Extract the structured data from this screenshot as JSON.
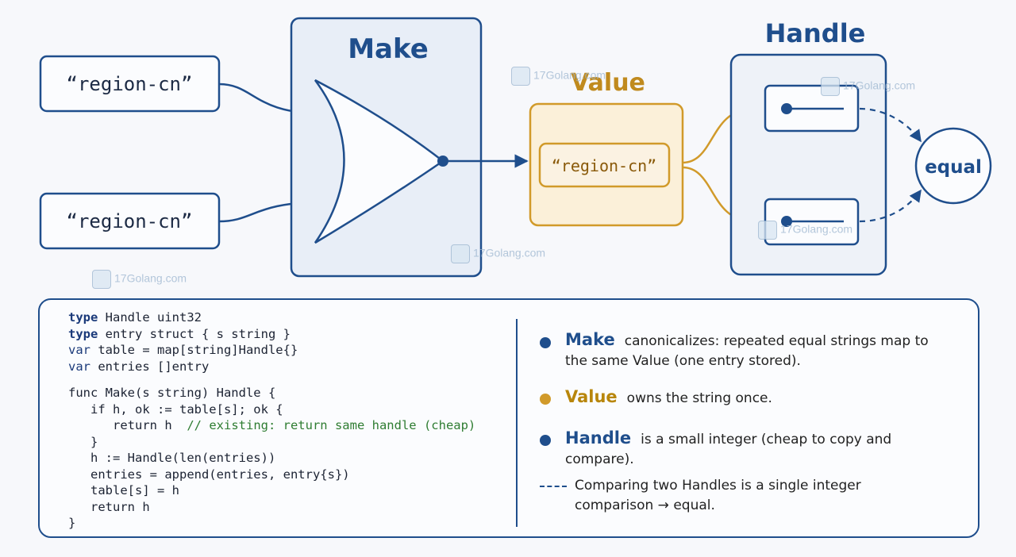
{
  "diagram": {
    "input_a": "“region-cn”",
    "input_b": "“region-cn”",
    "make_title": "Make",
    "value_title": "Value",
    "value_string": "“region-cn”",
    "handle_title": "Handle",
    "equal_label": "equal"
  },
  "colors": {
    "navy": "#1f4e8c",
    "gold": "#d19a2a",
    "gold_text": "#b8860b"
  },
  "code_lines": [
    "type Handle uint32",
    "type entry struct { s string }",
    "var table = map[string]Handle{}",
    "var entries []entry",
    "func Make(s string) Handle {",
    "if h, ok := table[s]; ok {",
    "return h",
    "// existing: return same handle (cheap)",
    "}",
    "h := Handle(len(entries))",
    "entries = append(entries, entry{s})",
    "table[s] = h",
    "return h",
    "}"
  ],
  "legend": [
    {
      "term": "Make",
      "text": "canonicalizes: repeated equal strings map to the same Value (one entry stored).",
      "marker": "dot-navy"
    },
    {
      "term": "Value",
      "text": "owns the string once.",
      "marker": "dot-gold"
    },
    {
      "term": "Handle",
      "text": "is a small integer (cheap to copy and compare).",
      "marker": "dot-navy"
    },
    {
      "term": "",
      "text": "Comparing two Handles is a single integer comparison → equal.",
      "marker": "dashed-line"
    }
  ],
  "watermark": "17Golang.com"
}
